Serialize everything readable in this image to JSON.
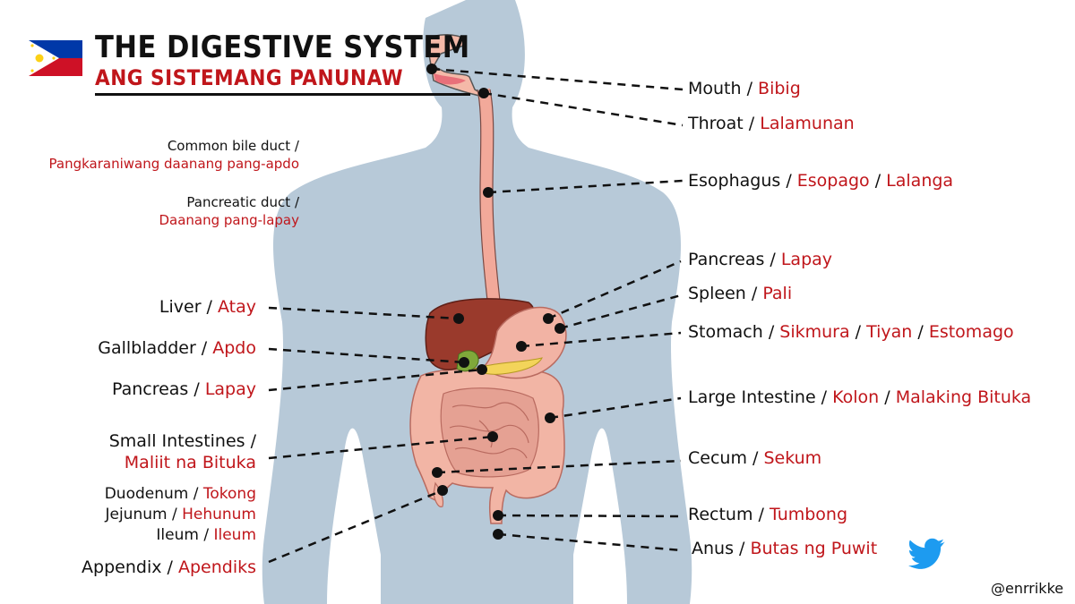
{
  "title": {
    "english": "THE DIGESTIVE SYSTEM",
    "tagalog": "ANG SISTEMANG PANUNAW"
  },
  "flag": {
    "name": "philippine-flag",
    "colors": {
      "blue": "#0038a8",
      "red": "#ce1126",
      "white": "#ffffff",
      "yellow": "#fcd116"
    }
  },
  "colors": {
    "tagalog_text": "#c0161b",
    "body": "#b7c9d8",
    "organ_liver": "#9a3a2c",
    "intestine": "#f1b3a3"
  },
  "notes": {
    "bile_duct": {
      "en": "Common bile duct /",
      "tl": "Pangkaraniwang daanang pang-apdo"
    },
    "pancreatic_duct": {
      "en": "Pancreatic duct /",
      "tl": "Daanang pang-lapay"
    }
  },
  "labels_left": {
    "liver": {
      "en": "Liver / ",
      "tl": "Atay"
    },
    "gallbladder": {
      "en": "Gallbladder / ",
      "tl": "Apdo"
    },
    "pancreas": {
      "en": "Pancreas / ",
      "tl": "Lapay"
    },
    "small_intestines": {
      "en": "Small Intestines /",
      "tl": "Maliit na Bituka"
    },
    "duodenum": {
      "en": "Duodenum / ",
      "tl": "Tokong"
    },
    "jejunum": {
      "en": "Jejunum / ",
      "tl": "Hehunum"
    },
    "ileum": {
      "en": "Ileum / ",
      "tl": "Ileum"
    },
    "appendix": {
      "en": "Appendix / ",
      "tl": "Apendiks"
    }
  },
  "labels_right": {
    "mouth": {
      "en": "Mouth / ",
      "tl": "Bibig"
    },
    "throat": {
      "en": "Throat / ",
      "tl": "Lalamunan"
    },
    "esophagus": {
      "en": "Esophagus / ",
      "tl1": "Esopago",
      "sep": " / ",
      "tl2": "Lalanga"
    },
    "pancreas": {
      "en": "Pancreas / ",
      "tl": "Lapay"
    },
    "spleen": {
      "en": "Spleen / ",
      "tl": "Pali"
    },
    "stomach": {
      "en": "Stomach / ",
      "tl1": "Sikmura",
      "sep1": " / ",
      "tl2": "Tiyan",
      "sep2": " / ",
      "tl3": "Estomago"
    },
    "large_intestine": {
      "en": "Large Intestine / ",
      "tl1": "Kolon",
      "sep": " / ",
      "tl2": "Malaking Bituka"
    },
    "cecum": {
      "en": "Cecum / ",
      "tl": "Sekum"
    },
    "rectum": {
      "en": "Rectum / ",
      "tl": "Tumbong"
    },
    "anus": {
      "en": "Anus / ",
      "tl": "Butas ng Puwit"
    }
  },
  "credit": {
    "icon": "twitter-bird-icon",
    "handle": "@enrrikke"
  }
}
